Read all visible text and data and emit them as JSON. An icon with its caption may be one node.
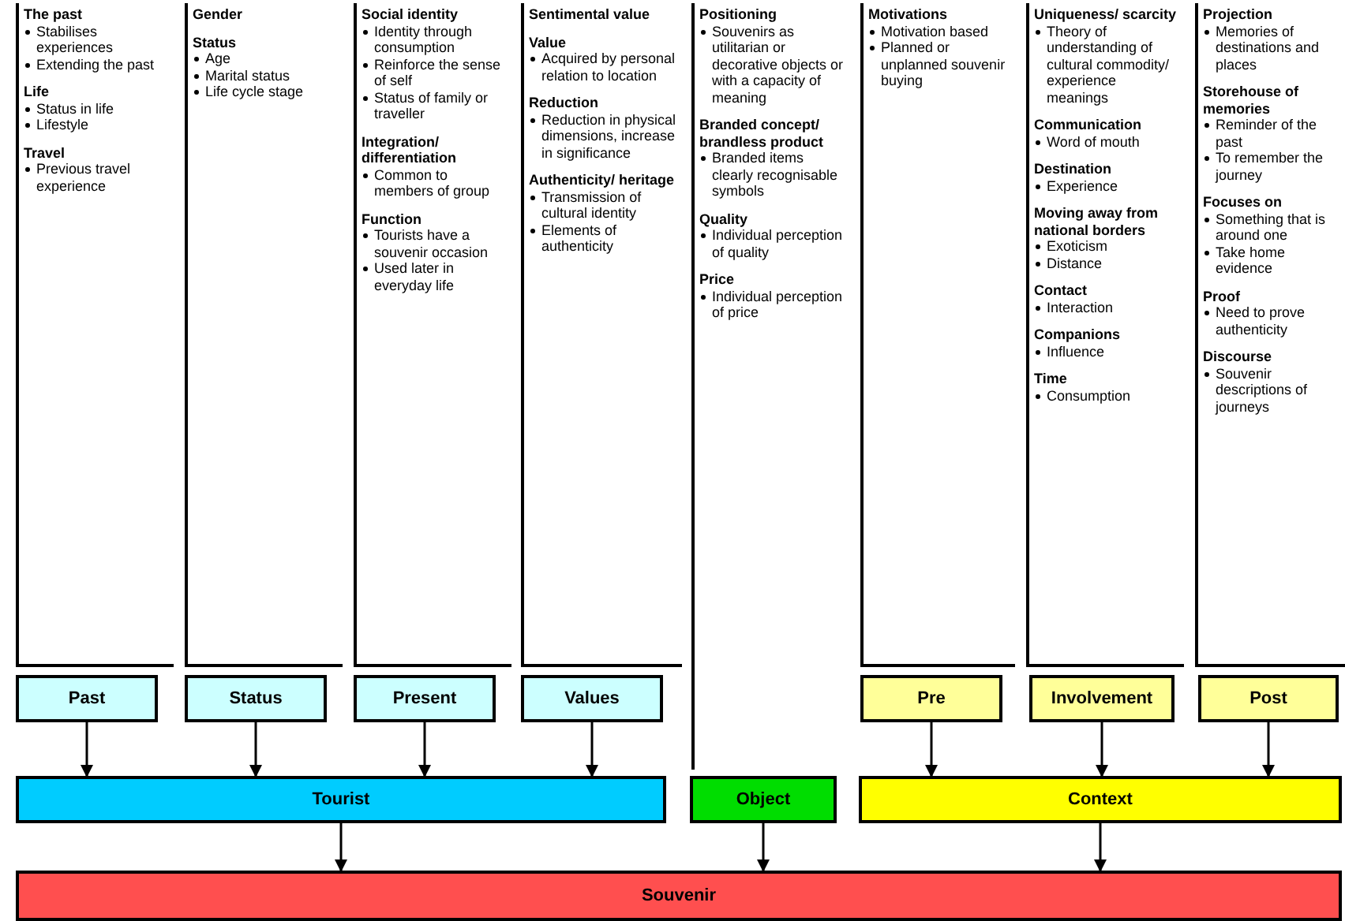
{
  "diagram": {
    "nodes": [
      {
        "text": [],
        "shape": "box"
      },
      {
        "text": [
          "The past",
          "Stabilises experiences",
          "Extending the past"
        ],
        "in": 0
      },
      {
        "text": [
          "Life",
          "Status in life",
          "Lifestyle"
        ],
        "in": 0
      },
      {
        "text": [
          "Travel",
          "Previous travel experience"
        ],
        "in": 0
      },
      {
        "text": [],
        "shape": "box"
      },
      {
        "text": [
          "Gender"
        ],
        "in": 4
      },
      {
        "text": [
          "Status",
          "Age",
          "Marital status",
          "Life cycle stage"
        ],
        "in": 4
      },
      {
        "text": [],
        "shape": "box"
      },
      {
        "text": [
          "Social identity",
          "Identity through consumption",
          "Reinforce the sense of self",
          "Status of family or traveller"
        ],
        "in": 7
      },
      {
        "text": [
          "Integration/ differentiation",
          "Common to members of group"
        ],
        "in": 7
      },
      {
        "text": [
          "Function",
          "Tourists have a souvenir occasion",
          "Used later in everyday life"
        ],
        "in": 7
      },
      {
        "text": [],
        "shape": "box"
      },
      {
        "text": [
          "Sentimental value"
        ],
        "in": 11
      },
      {
        "text": [
          "Value",
          "Acquired by personal relation to location"
        ],
        "in": 11
      },
      {
        "text": [
          "Reduction",
          "Reduction in physical dimensions, increase in significance"
        ],
        "in": 11
      },
      {
        "text": [
          "Authenticity/ heritage",
          "Transmission of cultural identity",
          "Elements of authenticity"
        ],
        "in": 11
      },
      {
        "text": [],
        "shape": "box"
      },
      {
        "text": [
          "Positioning",
          "Souvenirs as utilitarian or decorative objects or with a capacity of meaning"
        ],
        "in": 16
      },
      {
        "text": [
          "Branded concept/ brandless product",
          "Branded items clearly recognisable symbols"
        ],
        "in": 16
      },
      {
        "text": [
          "Quality",
          "Individual perception of quality"
        ],
        "in": 16
      },
      {
        "text": [
          "Price",
          "Individual perception of price"
        ],
        "in": 16
      },
      {
        "text": [],
        "shape": "box"
      },
      {
        "text": [
          "Motivations",
          "Motivation based",
          "Planned or unplanned souvenir buying"
        ],
        "in": 21
      },
      {
        "text": [],
        "shape": "box"
      },
      {
        "text": [
          "Uniqueness/ scarcity",
          "Theory of understanding of cultural commodity/ experience meanings"
        ],
        "in": 23
      },
      {
        "text": [
          "Communication",
          "Word of mouth"
        ],
        "in": 23
      },
      {
        "text": [
          "Destination",
          "Experience"
        ],
        "in": 23
      },
      {
        "text": [
          "Moving away from national borders",
          "Exoticism",
          "Distance"
        ],
        "in": 23
      },
      {
        "text": [
          "Contact",
          "Interaction"
        ],
        "in": 23
      },
      {
        "text": [
          "Companions",
          "Influence"
        ],
        "in": 23
      },
      {
        "text": [
          "Time",
          "Consumption"
        ],
        "in": 23
      },
      {
        "text": [],
        "shape": "box"
      },
      {
        "text": [
          "Projection",
          "Memories of destinations and places"
        ],
        "in": 31
      },
      {
        "text": [
          "Storehouse of memories",
          "Reminder of the past",
          "To remember the journey"
        ],
        "in": 31
      },
      {
        "text": [
          "Focuses on",
          "Something that is around one",
          "Take home evidence"
        ],
        "in": 31
      },
      {
        "text": [
          "Proof",
          "Need to prove authenticity"
        ],
        "in": 31
      },
      {
        "text": [
          "Discourse",
          "Souvenir descriptions of journeys"
        ],
        "in": 31
      },
      {
        "text": [
          "Past"
        ]
      },
      {
        "text": [
          "Status"
        ]
      },
      {
        "text": [
          "Present"
        ]
      },
      {
        "text": [
          "Values"
        ]
      },
      {
        "text": [
          "Pre"
        ]
      },
      {
        "text": [
          "Involvement"
        ]
      },
      {
        "text": [
          "Post"
        ]
      },
      {
        "text": [
          "Tourist"
        ]
      },
      {
        "text": [
          "Object"
        ]
      },
      {
        "text": [
          "Context"
        ]
      },
      {
        "text": [
          "Souvenir"
        ]
      }
    ],
    "edges": [
      {
        "from": 37,
        "to": 44,
        "arrow": "to"
      },
      {
        "from": 38,
        "to": 44,
        "arrow": "to"
      },
      {
        "from": 39,
        "to": 44,
        "arrow": "to"
      },
      {
        "from": 40,
        "to": 44,
        "arrow": "to"
      },
      {
        "from": 41,
        "to": 46,
        "arrow": "to"
      },
      {
        "from": 42,
        "to": 46,
        "arrow": "to"
      },
      {
        "from": 43,
        "to": 46,
        "arrow": "to"
      },
      {
        "from": 44,
        "to": 47,
        "arrow": "to"
      },
      {
        "from": 45,
        "to": 47,
        "arrow": "to"
      },
      {
        "from": 46,
        "to": 47,
        "arrow": "to"
      }
    ]
  }
}
